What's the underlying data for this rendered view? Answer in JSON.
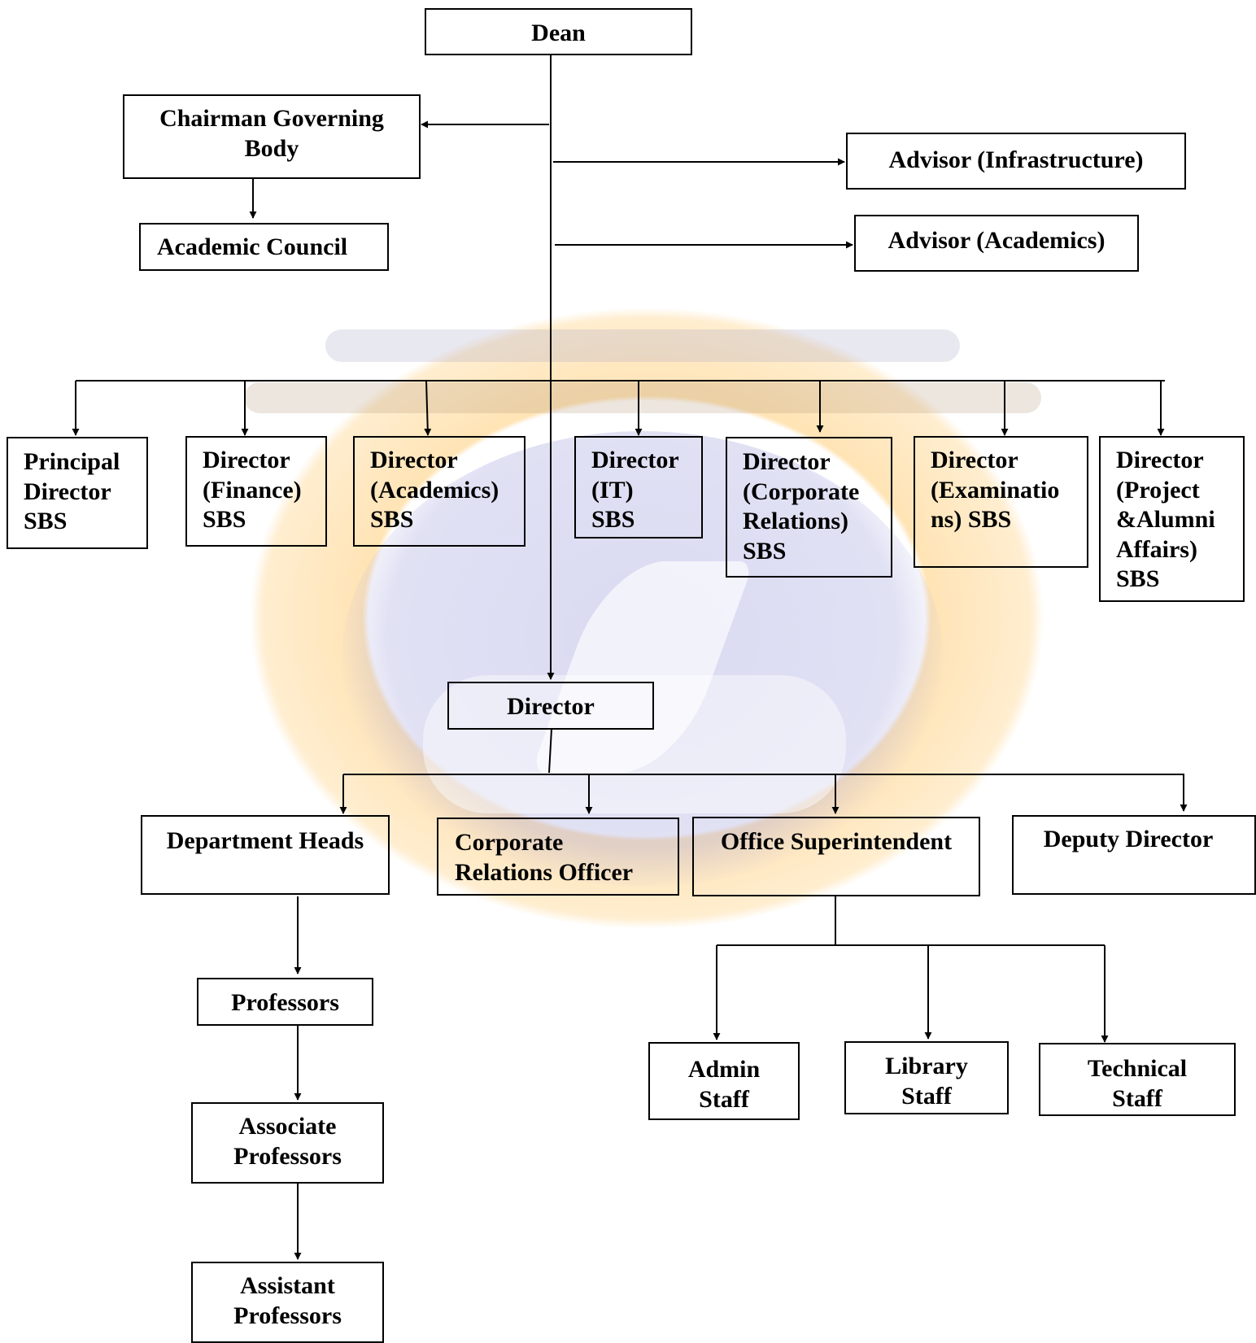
{
  "org_chart": {
    "dean": "Dean",
    "chairman_governing_body": [
      "Chairman Governing",
      "Body"
    ],
    "academic_council": "Academic Council",
    "advisor_infrastructure": "Advisor (Infrastructure)",
    "advisor_academics": "Advisor (Academics)",
    "sbs_directors": [
      [
        "Principal",
        "Director",
        "SBS"
      ],
      [
        "Director",
        "(Finance)",
        "SBS"
      ],
      [
        "Director",
        "(Academics)",
        "SBS"
      ],
      [
        "Director",
        "(IT)",
        "SBS"
      ],
      [
        "Director",
        "(Corporate",
        "Relations)",
        "SBS"
      ],
      [
        "Director",
        "(Examinatio",
        "ns) SBS"
      ],
      [
        "Director",
        "(Project",
        "&Alumni",
        "Affairs)",
        "SBS"
      ]
    ],
    "director": "Director",
    "department_heads": "Department Heads",
    "corporate_relations_officer": [
      "Corporate",
      "Relations Officer"
    ],
    "office_superintendent": "Office Superintendent",
    "deputy_director": "Deputy Director",
    "professors": "Professors",
    "associate_professors": [
      "Associate",
      "Professors"
    ],
    "assistant_professors": [
      "Assistant",
      "Professors"
    ],
    "admin_staff": [
      "Admin",
      "Staff"
    ],
    "library_staff": [
      "Library",
      "Staff"
    ],
    "technical_staff": [
      "Technical",
      "Staff"
    ]
  },
  "watermark": {
    "colors": {
      "ring": "#ffcd78",
      "center": "#aaaae1"
    }
  }
}
